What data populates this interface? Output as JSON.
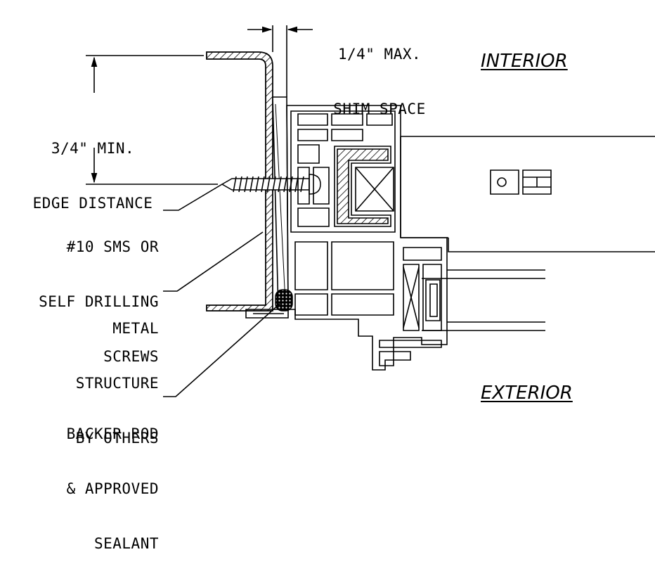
{
  "labels": {
    "shim_line1": "1/4\" MAX.",
    "shim_line2": "SHIM SPACE",
    "edge_line1": "3/4\" MIN.",
    "edge_line2": "EDGE DISTANCE",
    "screws_line1": "#10 SMS OR",
    "screws_line2": "SELF DRILLING",
    "screws_line3": "SCREWS",
    "metal_line1": "METAL",
    "metal_line2": "STRUCTURE",
    "metal_line3": "BY OTHERS",
    "backer_line1": "BACKER ROD",
    "backer_line2": "& APPROVED",
    "backer_line3": "SEALANT"
  },
  "sides": {
    "interior": "INTERIOR",
    "exterior": "EXTERIOR"
  },
  "colors": {
    "line": "#000000",
    "background": "#ffffff"
  }
}
